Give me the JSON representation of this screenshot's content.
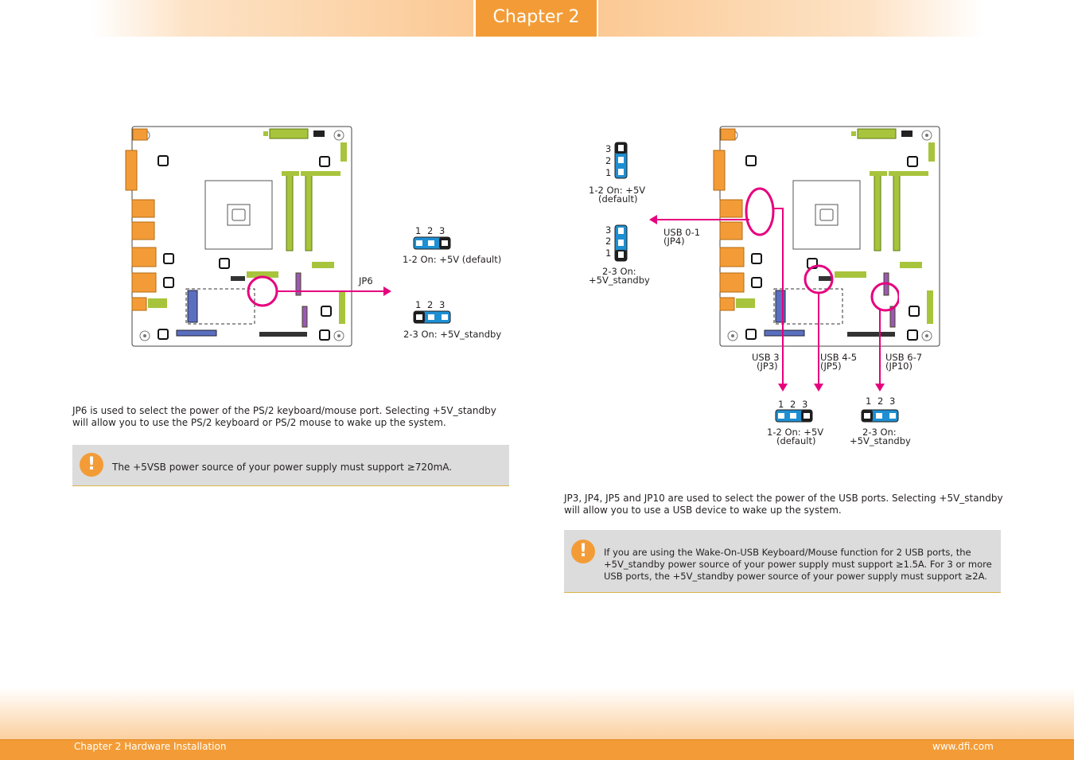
{
  "header": {
    "chapter": "Chapter 2"
  },
  "left": {
    "pins_top": "1  2  3",
    "pins_bottom": "1  2  3",
    "setting_12": "1-2 On: +5V (default)",
    "setting_23": "2-3 On: +5V_standby",
    "jumper": "JP6",
    "desc_line1": "JP6 is used to select the power of the PS/2 keyboard/mouse port. Selecting +5V_standby",
    "desc_line2": "will allow you to use the PS/2 keyboard or PS/2 mouse to wake up the system.",
    "note": "The +5VSB power source of your power supply must support ≥720mA."
  },
  "right": {
    "vpin3": "3",
    "vpin2": "2",
    "vpin1": "1",
    "setting_12_a": "1-2 On: +5V",
    "setting_12_b": "(default)",
    "setting_23_a": "2-3 On:",
    "setting_23_b": "+5V_standby",
    "usb01_a": "USB 0-1",
    "usb01_b": "(JP4)",
    "usb3_a": "USB 3",
    "usb3_b": "(JP3)",
    "usb45_a": "USB 4-5",
    "usb45_b": "(JP5)",
    "usb67_a": "USB 6-7",
    "usb67_b": "(JP10)",
    "pins_h": "1  2  3",
    "desc_line1": "JP3, JP4, JP5 and JP10 are used to select the power of the USB ports. Selecting +5V_standby",
    "desc_line2": "will allow you to use a USB device to wake up the system.",
    "note_line1": "If  you  are  using  the  Wake-On-USB  Keyboard/Mouse  function  for  2  USB  ports,  the",
    "note_line2": "+5V_standby  power  source  of  your  power  supply  must  support  ≥1.5A.  For  3  or  more",
    "note_line3": "USB ports, the +5V_standby power source of your power supply must support ≥2A."
  },
  "footer": {
    "left": "Chapter 2 Hardware Installation",
    "right": "www.dfi.com"
  },
  "colors": {
    "accent": "#f39c37",
    "pin_blue": "#1e8fd2",
    "arrow": "#e6007e",
    "board_green": "#a7c43c"
  }
}
